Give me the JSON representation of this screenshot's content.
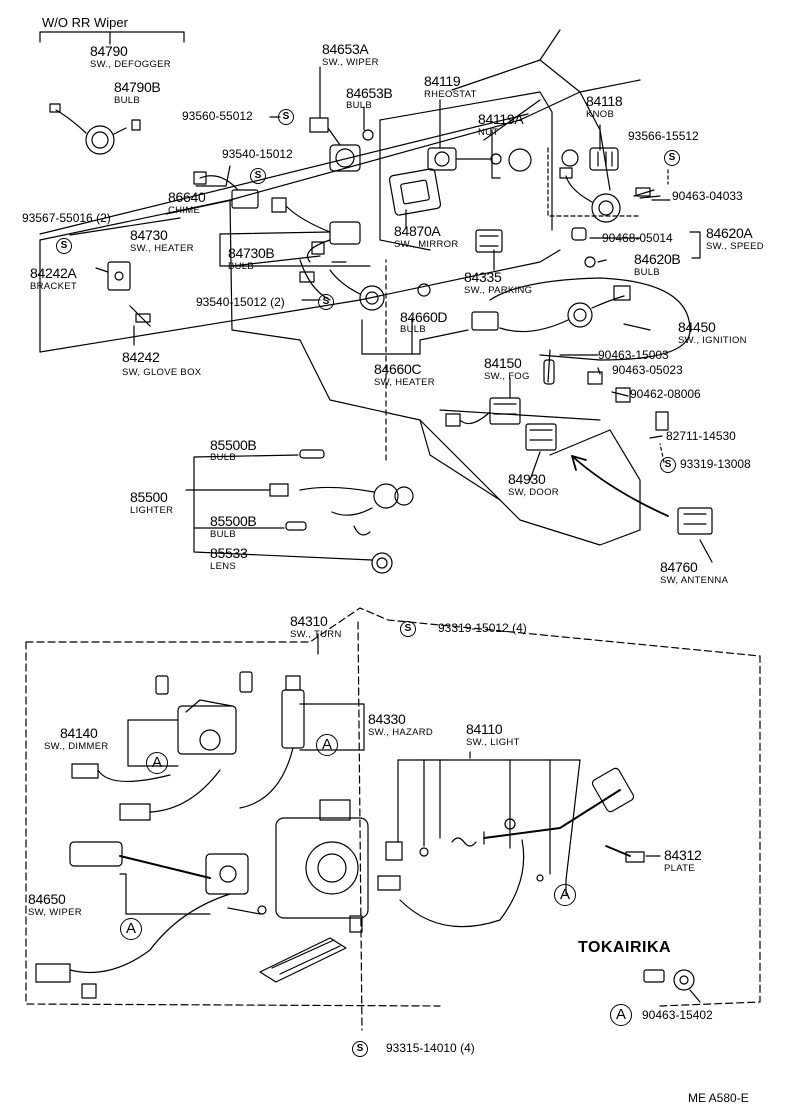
{
  "header": {
    "wo_rr_wiper": "W/O RR Wiper"
  },
  "s_mark": "S",
  "a_mark": "A",
  "footer_code": "ME  A580-E",
  "tokairika": "TOKAIRIKA",
  "parts": [
    {
      "id": "p84790",
      "num": "84790",
      "desc": "SW., DEFOGGER"
    },
    {
      "id": "p84790b",
      "num": "84790B",
      "desc": "BULB"
    },
    {
      "id": "p84653a",
      "num": "84653A",
      "desc": "SW., WIPER"
    },
    {
      "id": "p84653b",
      "num": "84653B",
      "desc": "BULB"
    },
    {
      "id": "p84119",
      "num": "84119",
      "desc": "RHEOSTAT"
    },
    {
      "id": "p84119a",
      "num": "84119A",
      "desc": "NUT"
    },
    {
      "id": "p84118",
      "num": "84118",
      "desc": "KNOB"
    },
    {
      "id": "p86640",
      "num": "86640",
      "desc": "CHIME"
    },
    {
      "id": "p84730",
      "num": "84730",
      "desc": "SW., HEATER"
    },
    {
      "id": "p84730b",
      "num": "84730B",
      "desc": "BULB"
    },
    {
      "id": "p84870a",
      "num": "84870A",
      "desc": "SW., MIRROR"
    },
    {
      "id": "p84620a",
      "num": "84620A",
      "desc": "SW., SPEED"
    },
    {
      "id": "p84620b",
      "num": "84620B",
      "desc": "BULB"
    },
    {
      "id": "p84242a",
      "num": "84242A",
      "desc": "BRACKET"
    },
    {
      "id": "p84335",
      "num": "84335",
      "desc": "SW., PARKING"
    },
    {
      "id": "p84660d",
      "num": "84660D",
      "desc": "BULB"
    },
    {
      "id": "p84450",
      "num": "84450",
      "desc": "SW., IGNITION"
    },
    {
      "id": "p84242",
      "num": "84242",
      "desc": "SW, GLOVE BOX"
    },
    {
      "id": "p84660c",
      "num": "84660C",
      "desc": "SW, HEATER"
    },
    {
      "id": "p84150",
      "num": "84150",
      "desc": "SW., FOG"
    },
    {
      "id": "p85500b1",
      "num": "85500B",
      "desc": "BULB"
    },
    {
      "id": "p85500",
      "num": "85500",
      "desc": "LIGHTER"
    },
    {
      "id": "p85500b2",
      "num": "85500B",
      "desc": "BULB"
    },
    {
      "id": "p85533",
      "num": "85533",
      "desc": "LENS"
    },
    {
      "id": "p84930",
      "num": "84930",
      "desc": "SW, DOOR"
    },
    {
      "id": "p84760",
      "num": "84760",
      "desc": "SW, ANTENNA"
    },
    {
      "id": "p84310",
      "num": "84310",
      "desc": "SW., TURN"
    },
    {
      "id": "p84140",
      "num": "84140",
      "desc": "SW., DIMMER"
    },
    {
      "id": "p84330",
      "num": "84330",
      "desc": "SW., HAZARD"
    },
    {
      "id": "p84110",
      "num": "84110",
      "desc": "SW., LIGHT"
    },
    {
      "id": "p84312",
      "num": "84312",
      "desc": "PLATE"
    },
    {
      "id": "p84650",
      "num": "84650",
      "desc": "SW, WIPER"
    }
  ],
  "hardware": [
    {
      "id": "h93560",
      "num": "93560-55012"
    },
    {
      "id": "h93566",
      "num": "93566-15512"
    },
    {
      "id": "h93540a",
      "num": "93540-15012"
    },
    {
      "id": "h90463_04033",
      "num": "90463-04033"
    },
    {
      "id": "h93567",
      "num": "93567-55016 (2)"
    },
    {
      "id": "h90468",
      "num": "90468-05014"
    },
    {
      "id": "h93540b",
      "num": "93540-15012 (2)"
    },
    {
      "id": "h90463_15003",
      "num": "90463-15003"
    },
    {
      "id": "h90463_05023",
      "num": "90463-05023"
    },
    {
      "id": "h90462",
      "num": "90462-08006"
    },
    {
      "id": "h82711",
      "num": "82711-14530"
    },
    {
      "id": "h93319_13008",
      "num": "93319-13008"
    },
    {
      "id": "h93319_15012",
      "num": "93319-15012 (4)"
    },
    {
      "id": "h90463_15402",
      "num": "90463-15402"
    },
    {
      "id": "h93315",
      "num": "93315-14010 (4)"
    }
  ]
}
